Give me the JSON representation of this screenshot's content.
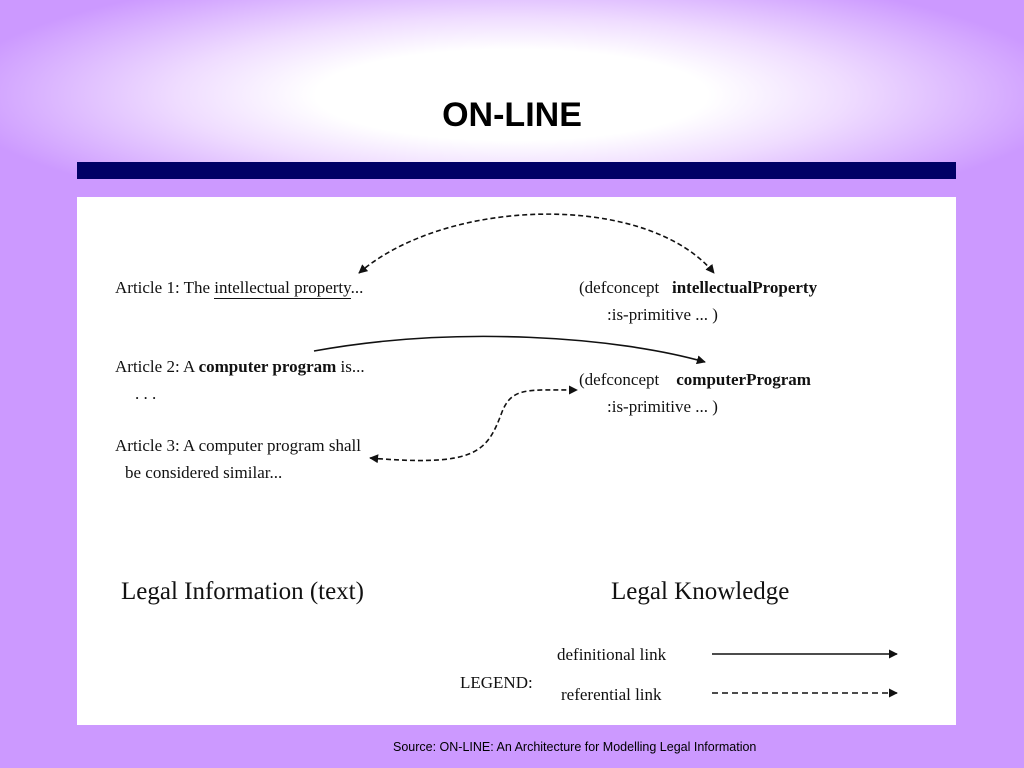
{
  "slide": {
    "title": "ON-LINE",
    "source": "Source: ON-LINE: An Architecture for Modelling Legal Information"
  },
  "diagram": {
    "articles": {
      "a1_prefix": "Article 1: The ",
      "a1_term": "intellectual property",
      "a1_suffix": "...",
      "a2_prefix": "Article 2: A ",
      "a2_term": "computer program",
      "a2_suffix": "is...",
      "ellipsis": ". . .",
      "a3_line1": "Article 3: A computer program shall",
      "a3_line2": "be considered similar..."
    },
    "concepts": {
      "c1_keyword": "(defconcept",
      "c1_name": "intellectualProperty",
      "c1_attr": ":is-primitive ...    )",
      "c2_keyword": "(defconcept",
      "c2_name": "computerProgram",
      "c2_attr": ":is-primitive ...    )"
    },
    "section_left": "Legal Information (text)",
    "section_right": "Legal Knowledge",
    "legend": {
      "label": "LEGEND:",
      "definitional": "definitional link",
      "referential": "referential link"
    },
    "colors": {
      "rule": "#000066",
      "background": "#cc99ff",
      "link": "#111111"
    }
  }
}
